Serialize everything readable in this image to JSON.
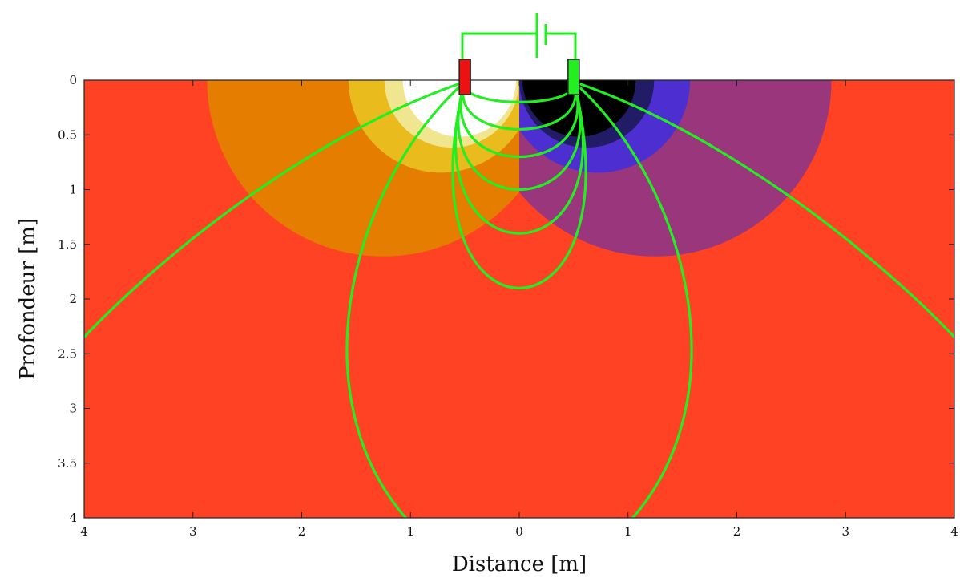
{
  "chart_data": {
    "type": "heatmap",
    "xlabel": "Distance [m]",
    "ylabel": "Profondeur [m]",
    "xlim": [
      -4,
      4
    ],
    "ylim": [
      0,
      4
    ],
    "y_inverted": true,
    "x_ticks": [
      -4,
      -3,
      -2,
      -1,
      0,
      1,
      2,
      3,
      4
    ],
    "x_tick_labels": [
      "4",
      "3",
      "2",
      "1",
      "0",
      "1",
      "2",
      "3",
      "4"
    ],
    "y_ticks": [
      0,
      0.5,
      1,
      1.5,
      2,
      2.5,
      3,
      3.5,
      4
    ],
    "y_tick_labels": [
      "0",
      "0.5",
      "1",
      "1.5",
      "2",
      "2.5",
      "3",
      "3.5",
      "4"
    ],
    "background_color": "#ff4124",
    "electrodes": [
      {
        "x": -0.5,
        "color": "#ee1111"
      },
      {
        "x": 0.5,
        "color": "#22ee22"
      }
    ],
    "current_line_color": "#22ee22",
    "positive_side": {
      "pole_x": -0.5,
      "bands": [
        {
          "level": 1,
          "color": "#e47d00"
        },
        {
          "level": 2,
          "color": "#e9bb1c"
        },
        {
          "level": 3,
          "color": "#f1e690"
        },
        {
          "level": 4,
          "color": "#ffffff"
        }
      ]
    },
    "negative_side": {
      "pole_x": 0.5,
      "bands": [
        {
          "level": 1,
          "color": "#99367c"
        },
        {
          "level": 2,
          "color": "#4d2fd1"
        },
        {
          "level": 3,
          "color": "#221c66"
        },
        {
          "level": 4,
          "color": "#000000"
        }
      ]
    },
    "current_lines_max_depth": [
      0.2,
      0.45,
      0.7,
      1.0,
      1.4,
      1.9
    ],
    "current_lines_wide": [
      "center_loop",
      "flank_left",
      "flank_right"
    ]
  }
}
